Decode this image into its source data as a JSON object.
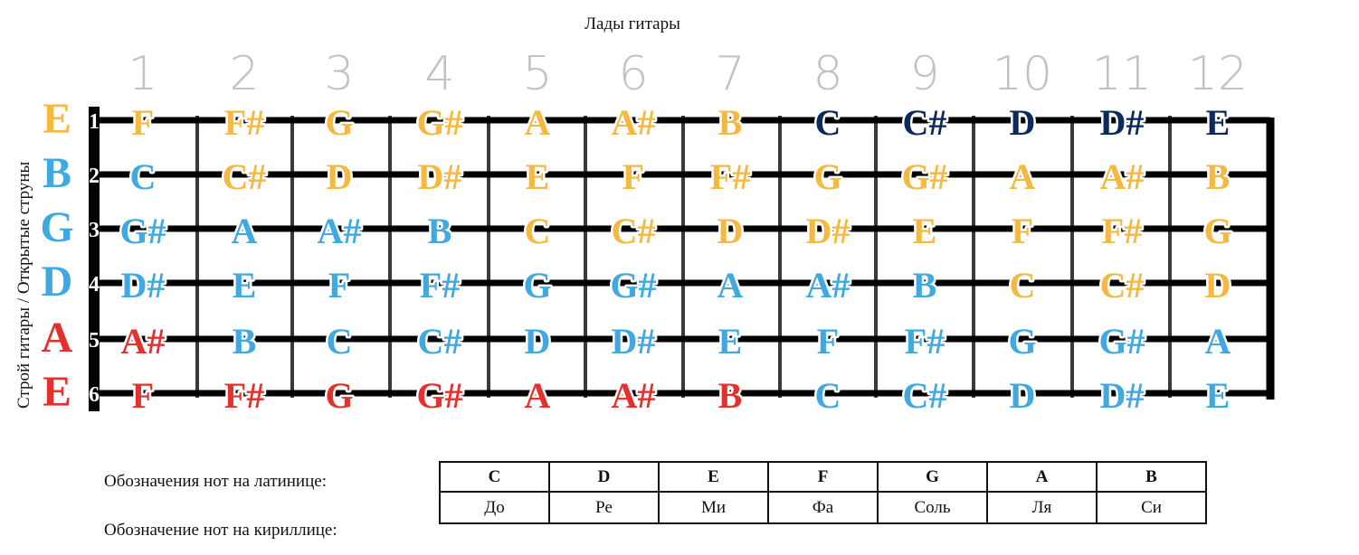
{
  "title": "Лады гитары",
  "vertical_label": "Строй гитары / Открытые струны",
  "fret_numbers": [
    "1",
    "2",
    "3",
    "4",
    "5",
    "6",
    "7",
    "8",
    "9",
    "10",
    "11",
    "12"
  ],
  "string_numbers": [
    "1",
    "2",
    "3",
    "4",
    "5",
    "6"
  ],
  "open_strings": [
    "E",
    "B",
    "G",
    "D",
    "A",
    "E"
  ],
  "notes": [
    [
      "F",
      "F#",
      "G",
      "G#",
      "A",
      "A#",
      "B",
      "C",
      "C#",
      "D",
      "D#",
      "E"
    ],
    [
      "C",
      "C#",
      "D",
      "D#",
      "E",
      "F",
      "F#",
      "G",
      "G#",
      "A",
      "A#",
      "B"
    ],
    [
      "G#",
      "A",
      "A#",
      "B",
      "C",
      "C#",
      "D",
      "D#",
      "E",
      "F",
      "F#",
      "G"
    ],
    [
      "D#",
      "E",
      "F",
      "F#",
      "G",
      "G#",
      "A",
      "A#",
      "B",
      "C",
      "C#",
      "D"
    ],
    [
      "A#",
      "B",
      "C",
      "C#",
      "D",
      "D#",
      "E",
      "F",
      "F#",
      "G",
      "G#",
      "A"
    ],
    [
      "F",
      "F#",
      "G",
      "G#",
      "A",
      "A#",
      "B",
      "C",
      "C#",
      "D",
      "D#",
      "E"
    ]
  ],
  "note_colors": [
    [
      "y",
      "y",
      "y",
      "y",
      "y",
      "y",
      "y",
      "n",
      "n",
      "n",
      "n",
      "n"
    ],
    [
      "b",
      "y",
      "y",
      "y",
      "y",
      "y",
      "y",
      "y",
      "y",
      "y",
      "y",
      "y"
    ],
    [
      "b",
      "b",
      "b",
      "b",
      "y",
      "y",
      "y",
      "y",
      "y",
      "y",
      "y",
      "y"
    ],
    [
      "b",
      "b",
      "b",
      "b",
      "b",
      "b",
      "b",
      "b",
      "b",
      "y",
      "y",
      "y"
    ],
    [
      "r",
      "b",
      "b",
      "b",
      "b",
      "b",
      "b",
      "b",
      "b",
      "b",
      "b",
      "b"
    ],
    [
      "r",
      "r",
      "r",
      "r",
      "r",
      "r",
      "r",
      "b",
      "b",
      "b",
      "b",
      "b"
    ]
  ],
  "open_string_colors": [
    "y",
    "b",
    "b",
    "b",
    "r",
    "r"
  ],
  "palette": {
    "y": "#f5b942",
    "b": "#3fa9e0",
    "r": "#e3312d",
    "n": "#0d2a5c",
    "fret_number": "#c2c2c2"
  },
  "legend": {
    "latin_label": "Обозначения нот на латинице:",
    "cyrillic_label": "Обозначение нот на кириллице:",
    "latin": [
      "C",
      "D",
      "E",
      "F",
      "G",
      "A",
      "B"
    ],
    "cyrillic": [
      "До",
      "Ре",
      "Ми",
      "Фа",
      "Соль",
      "Ля",
      "Си"
    ]
  }
}
